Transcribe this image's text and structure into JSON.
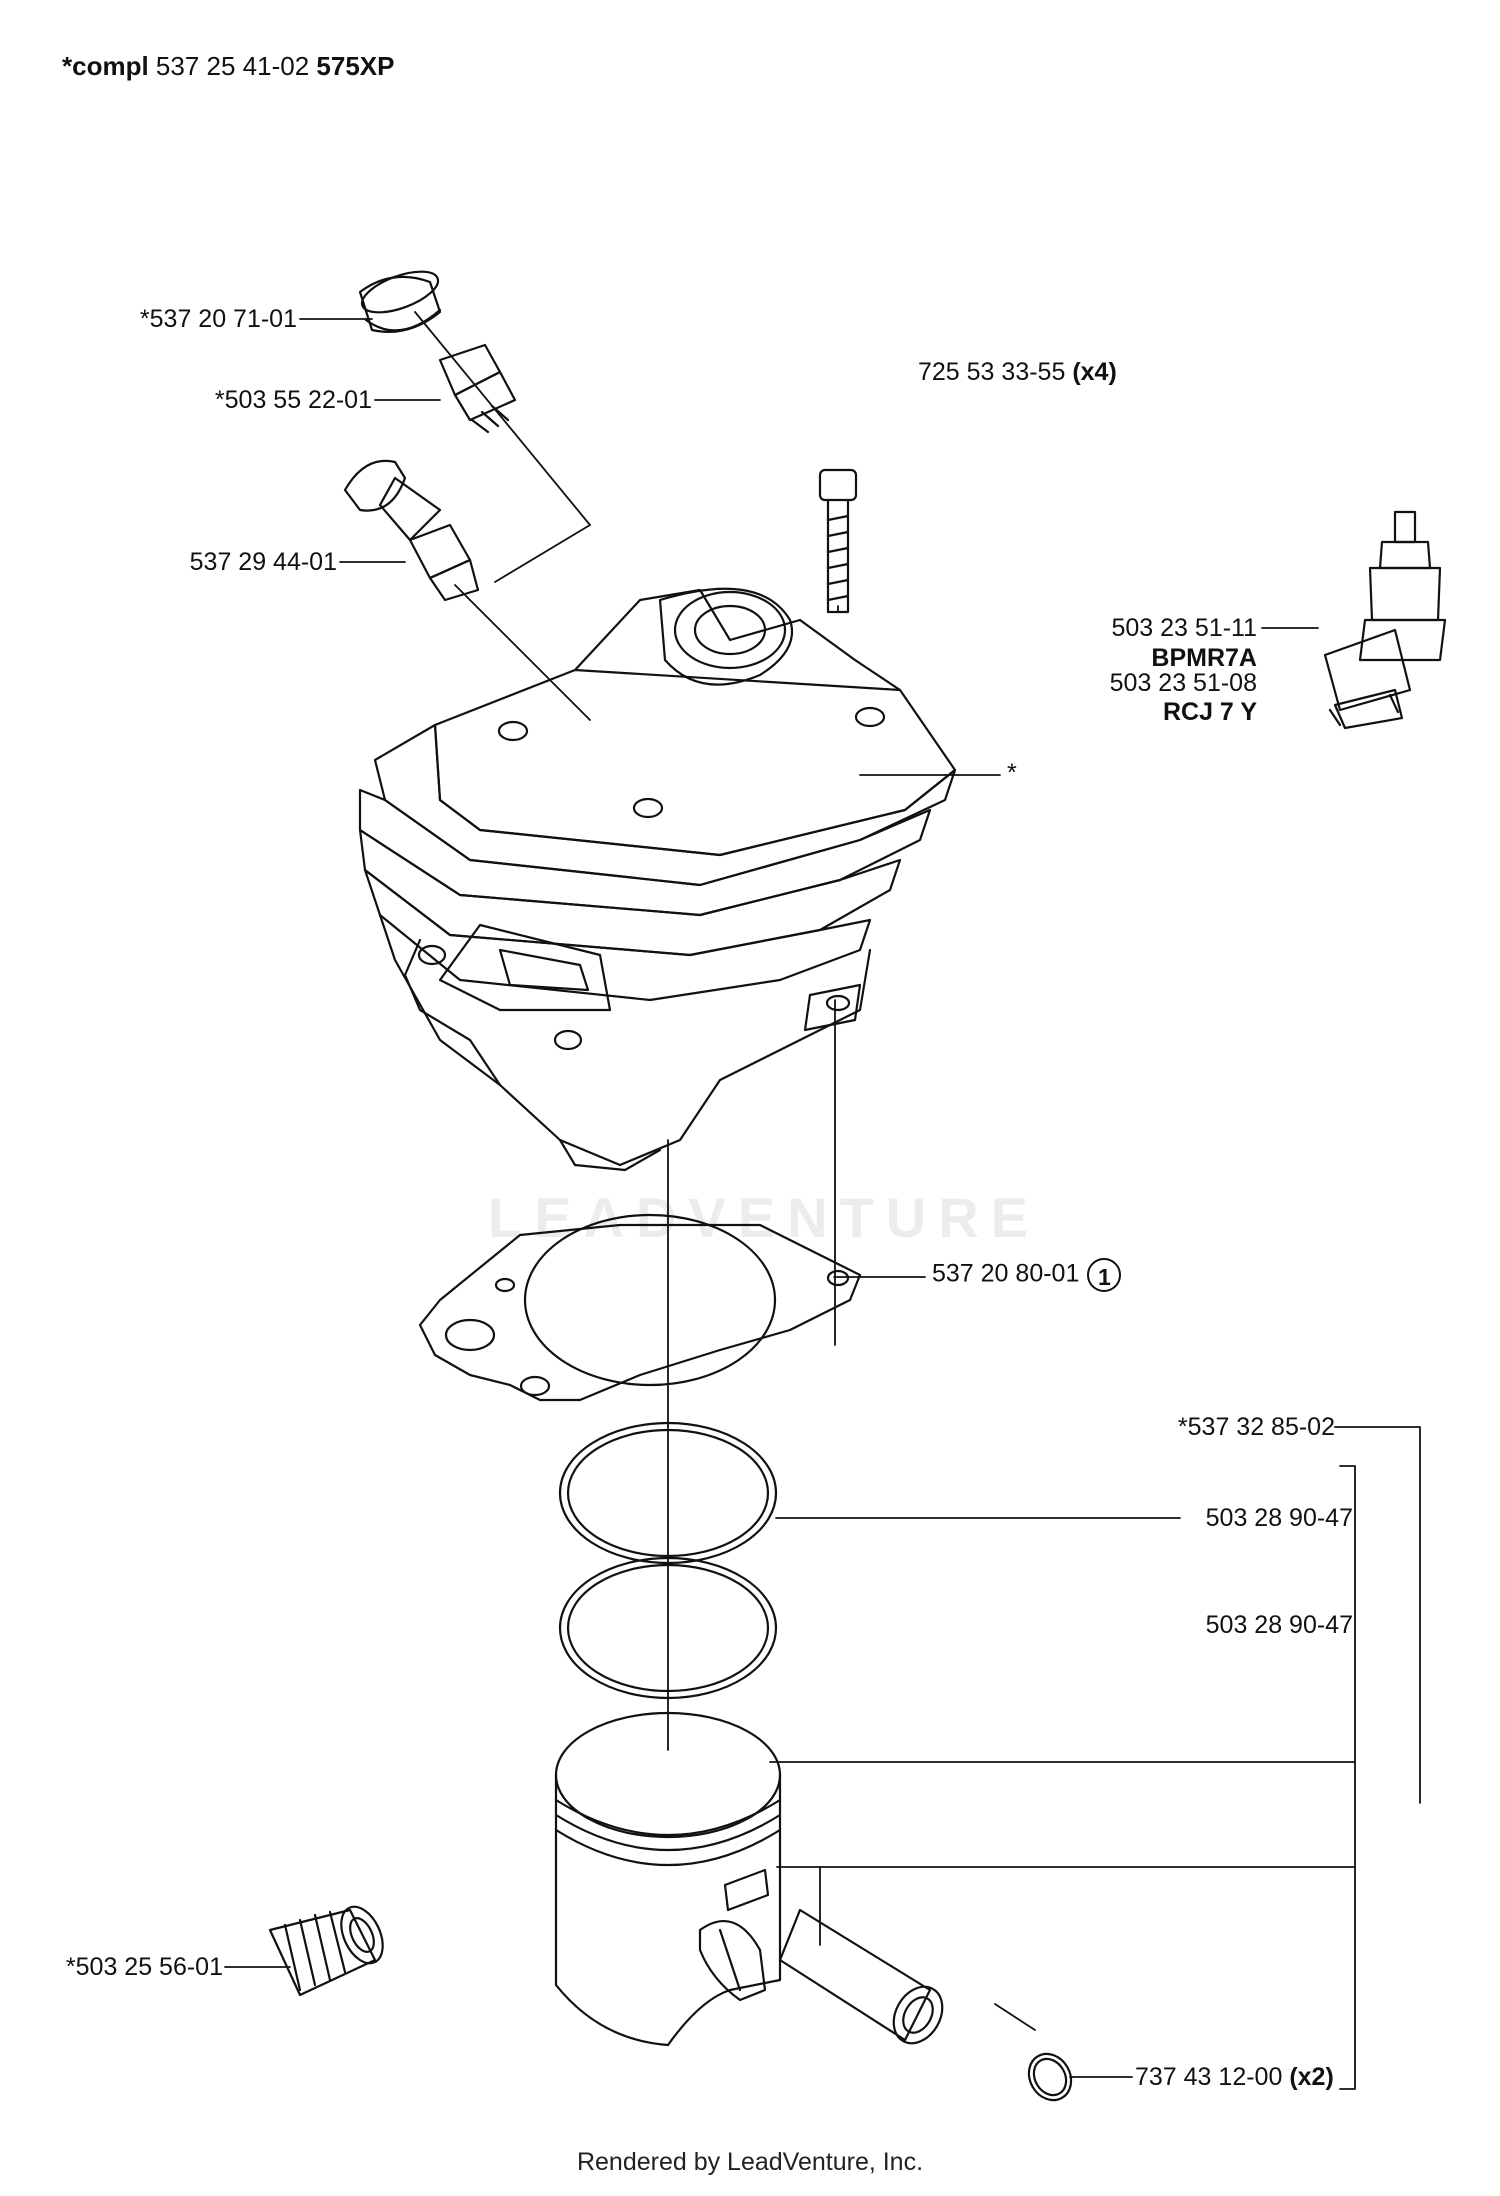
{
  "header": {
    "prefix": "*compl",
    "number": "537 25 41-02",
    "model": "575XP"
  },
  "parts": {
    "p1": "*537 20 71-01",
    "p2": "*503 55 22-01",
    "p3": "537 29 44-01",
    "p4": "725 53 33-55",
    "p4_qty": "(x4)",
    "p5a": "503 23 51-11",
    "p5a_code": "BPMR7A",
    "p5b": "503 23 51-08",
    "p5b_code": "RCJ 7 Y",
    "p6": "*",
    "p7": "537 20 80-01",
    "p7_ref": "1",
    "p8": "*537 32 85-02",
    "p9": "503 28 90-47",
    "p10": "503 28 90-47",
    "p11": "*503 25 56-01",
    "p12": "737 43 12-00",
    "p12_qty": "(x2)"
  },
  "watermark": "LEADVENTURE",
  "footer": "Rendered by LeadVenture, Inc."
}
